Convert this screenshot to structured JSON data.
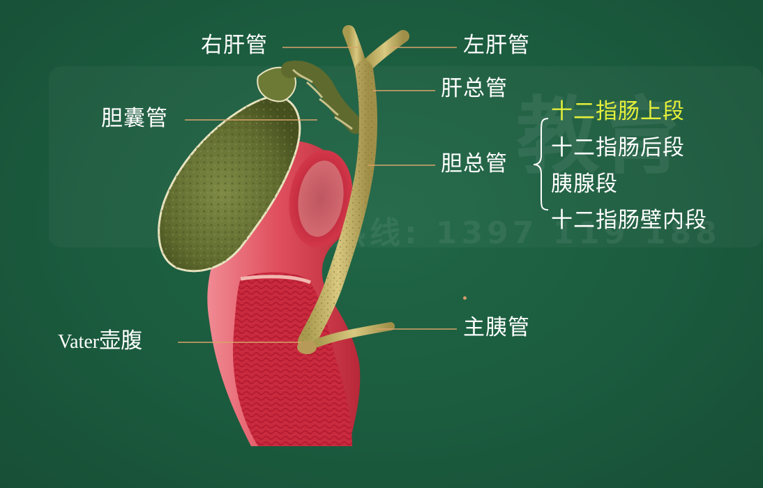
{
  "labels": {
    "right_hepatic_duct": "右肝管",
    "left_hepatic_duct": "左肝管",
    "common_hepatic_duct": "肝总管",
    "cystic_duct": "胆囊管",
    "common_bile_duct": "胆总管",
    "ampulla_latin": "Vater",
    "ampulla_cn": "壶腹",
    "main_pancreatic_duct": "主胰管"
  },
  "segments": [
    {
      "label": "十二指肠上段",
      "highlighted": true
    },
    {
      "label": "十二指肠后段",
      "highlighted": false
    },
    {
      "label": "胰腺段",
      "highlighted": false
    },
    {
      "label": "十二指肠壁内段",
      "highlighted": false
    }
  ],
  "watermark": {
    "big": "教育",
    "numbers": "热线: 1397 119 188"
  },
  "colors": {
    "board": "#1b5a3d",
    "label_text": "#ffffff",
    "highlight_text": "#e4ef3a",
    "leader_line": "#d9a46a",
    "gallbladder": "#6d7a3a",
    "duct": "#c9b36a",
    "duodenum": "#d8404f"
  }
}
